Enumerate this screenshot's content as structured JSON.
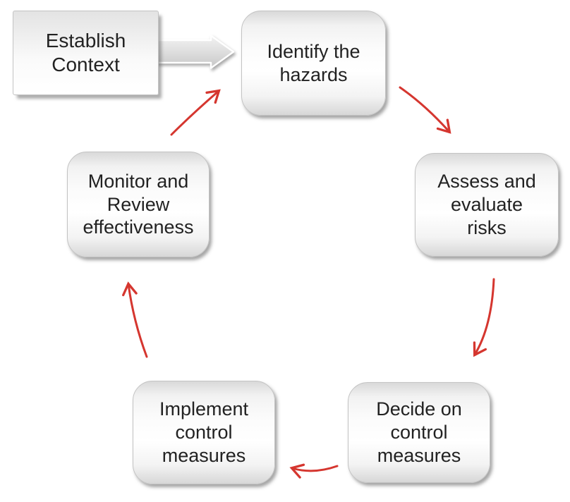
{
  "diagram": {
    "background": "#ffffff",
    "nodes": {
      "establish_context": {
        "label": "Establish Context",
        "lines": [
          "Establish",
          "Context"
        ]
      },
      "identify_hazards": {
        "label": "Identify the hazards",
        "lines": [
          "Identify the",
          "hazards"
        ]
      },
      "assess_risks": {
        "label": "Assess and evaluate risks",
        "lines": [
          "Assess and",
          "evaluate",
          "risks"
        ]
      },
      "decide_controls": {
        "label": "Decide on control measures",
        "lines": [
          "Decide on",
          "control",
          "measures"
        ]
      },
      "implement_controls": {
        "label": "Implement control measures",
        "lines": [
          "Implement",
          "control",
          "measures"
        ]
      },
      "monitor_review": {
        "label": "Monitor and Review effectiveness",
        "lines": [
          "Monitor and",
          "Review",
          "effectiveness"
        ]
      }
    },
    "flow": {
      "entry_arrow": {
        "from": "Establish Context",
        "to": "Identify the hazards",
        "style": "gray-block-arrow"
      },
      "cycle_arrows": [
        {
          "from": "Identify the hazards",
          "to": "Assess and evaluate risks"
        },
        {
          "from": "Assess and evaluate risks",
          "to": "Decide on control measures"
        },
        {
          "from": "Decide on control measures",
          "to": "Implement control measures"
        },
        {
          "from": "Implement control measures",
          "to": "Monitor and Review effectiveness"
        },
        {
          "from": "Monitor and Review effectiveness",
          "to": "Identify the hazards"
        }
      ]
    },
    "colors": {
      "arrow_red": "#d5362f",
      "shape_fill_top": "#d9d9d9",
      "shape_fill_middle": "#ffffff",
      "shape_border": "#c3c3c3",
      "text": "#222222"
    }
  }
}
